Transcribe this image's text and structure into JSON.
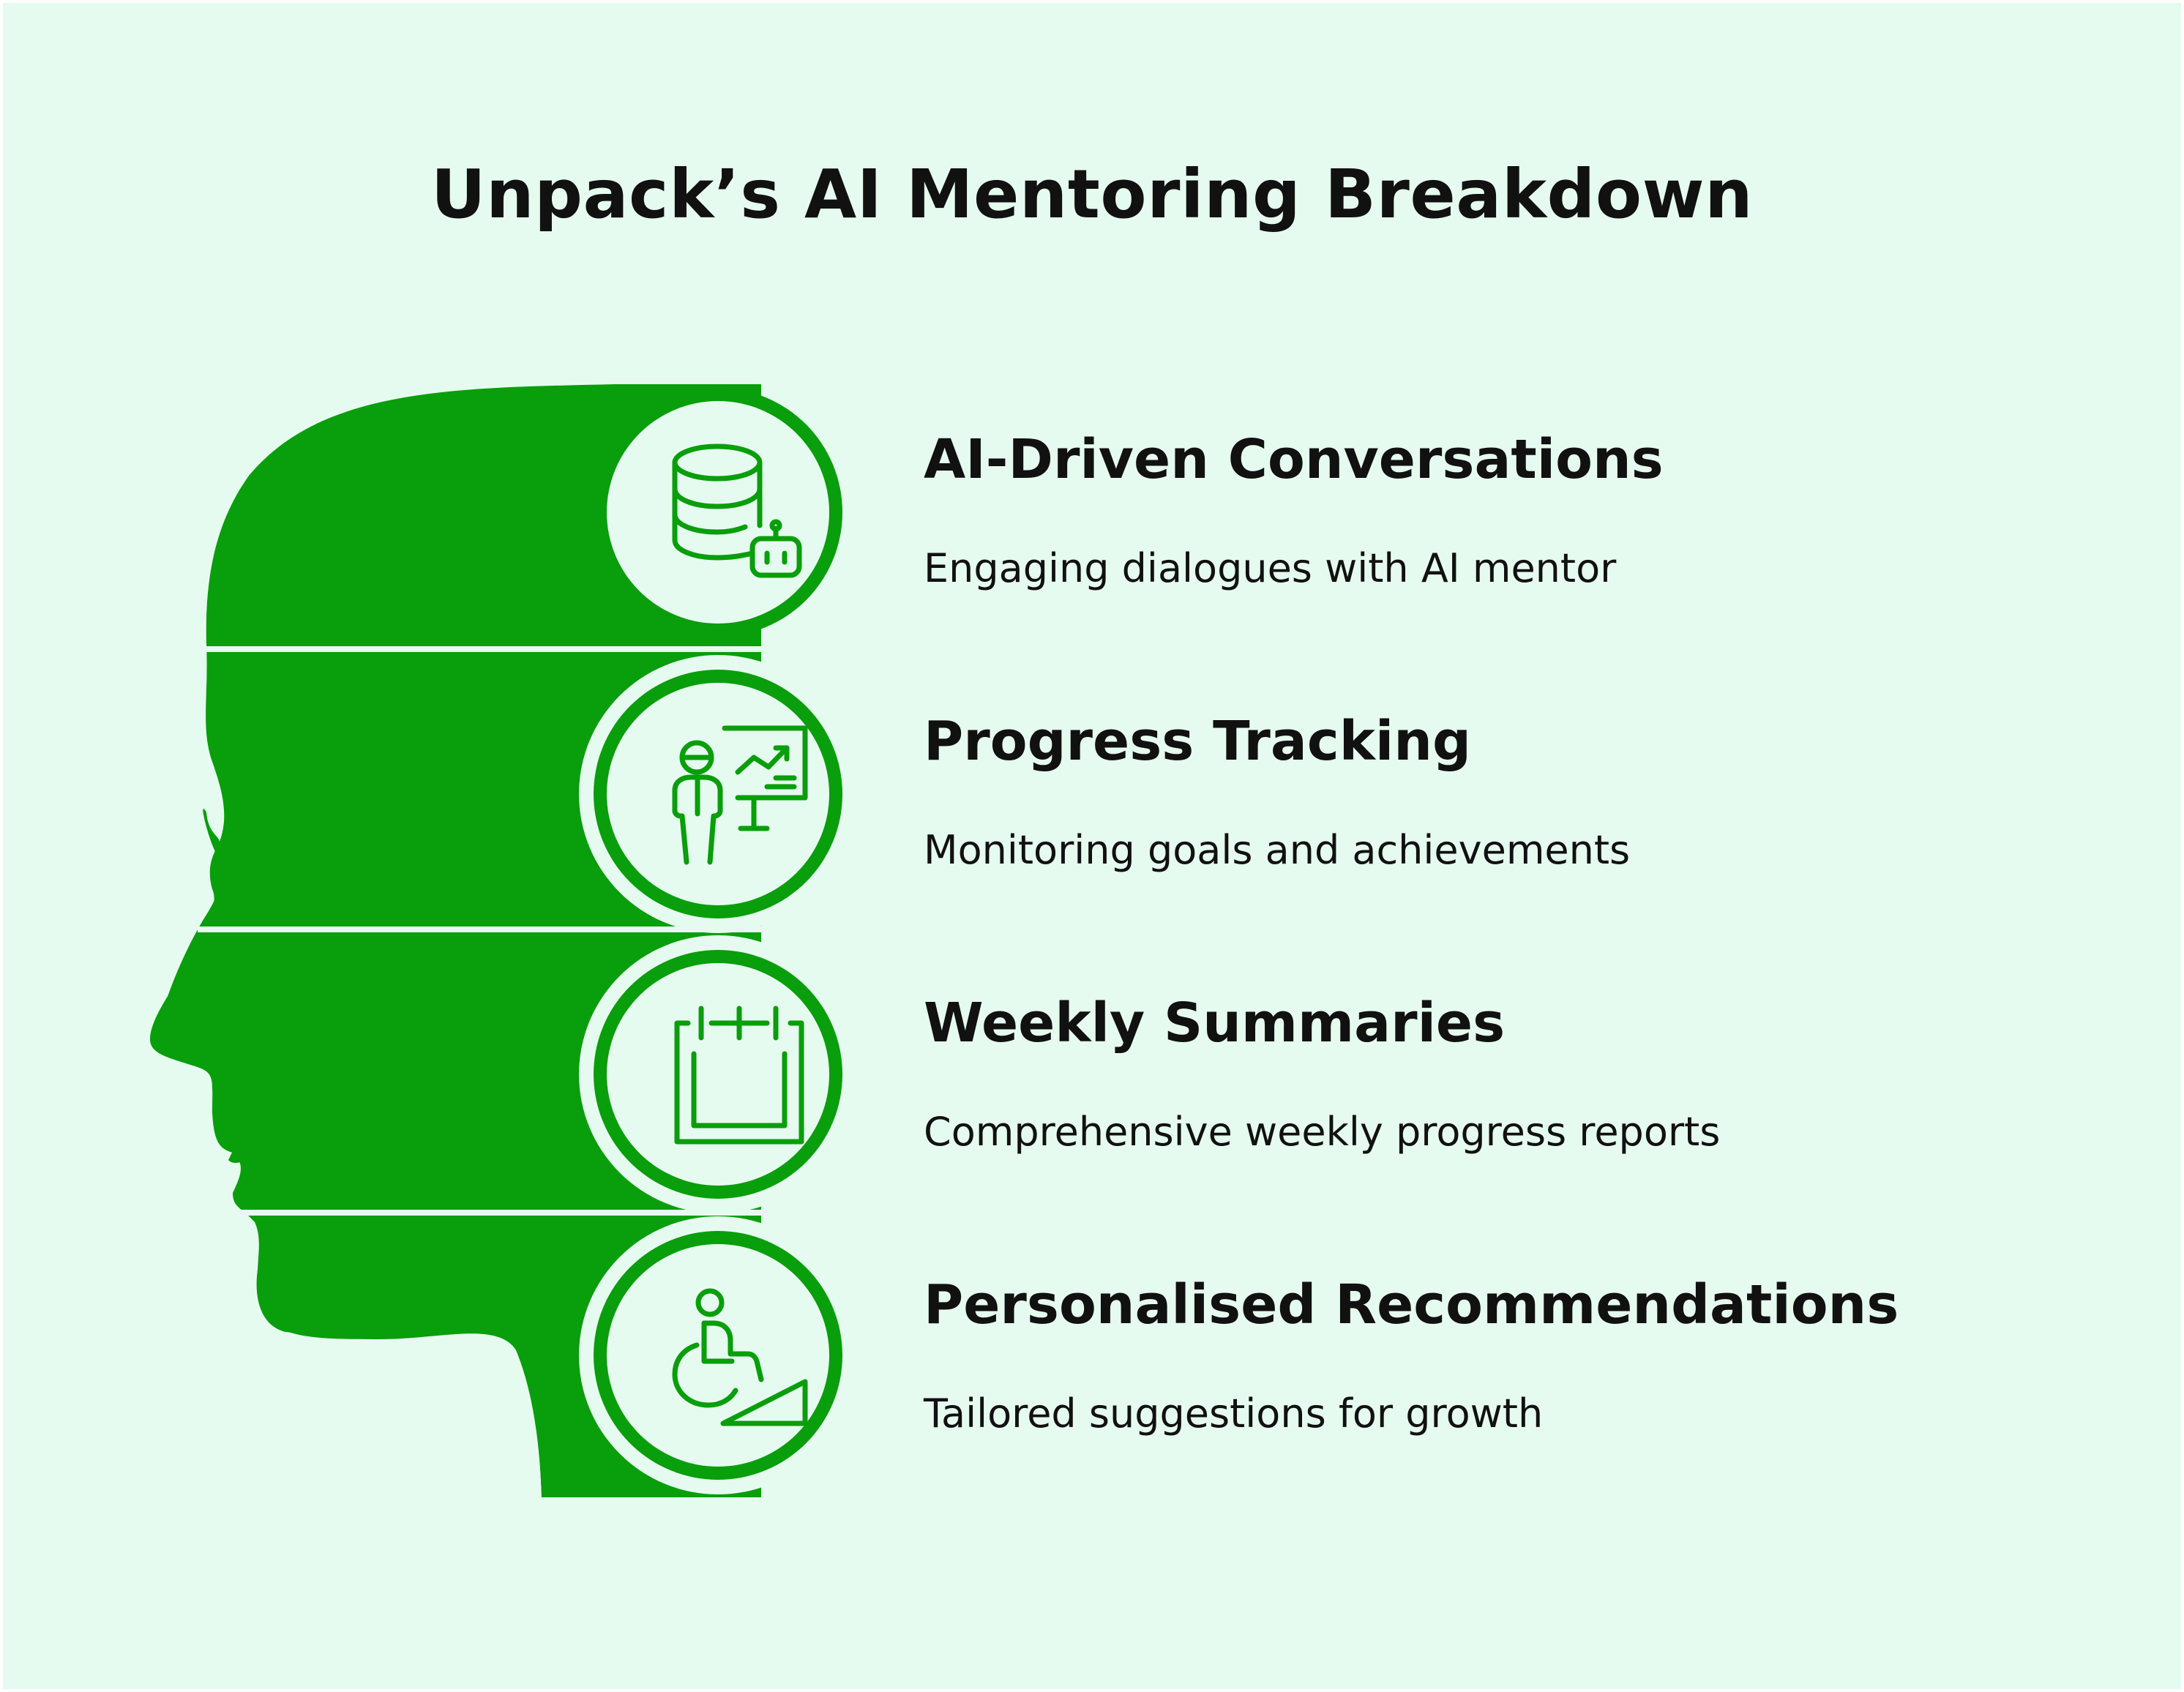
{
  "title": "Unpack’s AI Mentoring Breakdown",
  "colors": {
    "background": "#e6fbef",
    "head_fill": "#099e0b",
    "icon_stroke": "#099e0b",
    "separator": "#e6fbef",
    "text": "#111111"
  },
  "items": [
    {
      "title": "AI-Driven Conversations",
      "description": "Engaging dialogues with AI mentor",
      "icon": "database-robot-icon"
    },
    {
      "title": "Progress Tracking",
      "description": "Monitoring goals and achievements",
      "icon": "presentation-chart-icon"
    },
    {
      "title": "Weekly Summaries",
      "description": "Comprehensive weekly progress reports",
      "icon": "calendar-icon"
    },
    {
      "title": "Personalised Recommendations",
      "description": "Tailored suggestions for growth",
      "icon": "wheelchair-ramp-icon"
    }
  ]
}
